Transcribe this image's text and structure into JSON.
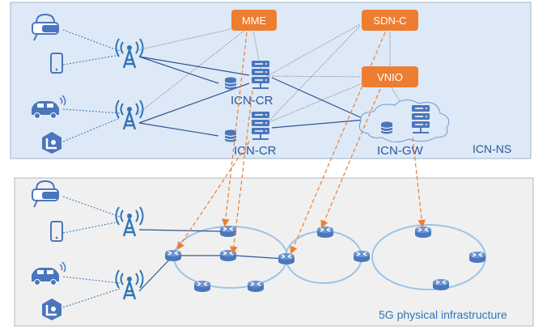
{
  "panels": {
    "top_label": "ICN-NS",
    "bottom_label": "5G physical infrastructure"
  },
  "nodes": {
    "mme": "MME",
    "sdnc": "SDN-C",
    "vnio": "VNIO",
    "icn_cr_1": "ICN-CR",
    "icn_cr_2": "ICN-CR",
    "icn_gw": "ICN-GW"
  },
  "colors": {
    "top_panel_fill": "#dde9f6",
    "top_panel_border": "#9fb3c8",
    "bottom_panel_fill": "#f0f0f0",
    "bottom_panel_border": "#b8b8b8",
    "orange": "#ed7d31",
    "blue": "#4a76bd",
    "link": "#2f5597",
    "ring": "#9dc3e6"
  }
}
